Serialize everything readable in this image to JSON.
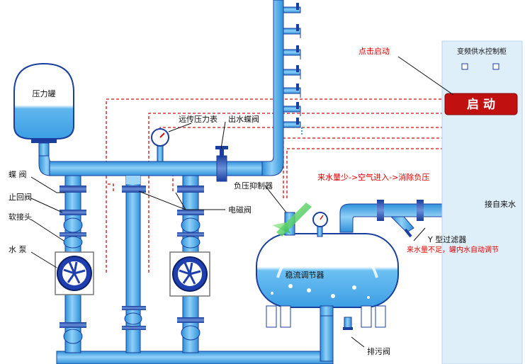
{
  "labels": {
    "pressure_tank": "压力罐",
    "butterfly_valve": "蝶 阀",
    "check_valve": "止回阀",
    "soft_joint": "软接头",
    "water_pump": "水 泵",
    "pressure_gauge": "远传压力表",
    "outlet_valve": "出水蝶阀",
    "solenoid_valve": "电磁阀",
    "neg_pressure_suppressor": "负压抑制器",
    "stabilizer": "稳流调节器",
    "drain_valve": "排污阀",
    "y_filter": "Y 型过滤器",
    "tap_water": "接自来水"
  },
  "notes": {
    "click_start": "点击启动",
    "low_inflow": "来水量少->空气进入->消除负压",
    "auto_adjust": "来水量不足，罐内水自动调节"
  },
  "cabinet": {
    "title": "变频供水控制柜",
    "start_button": "启 动"
  },
  "colors": {
    "pipe": "#4aa6e8",
    "pipe_outline": "#1a3f9e",
    "wire": "#cc1111",
    "start_button": "#c01010",
    "cabinet_bg": "#dfeffa"
  }
}
